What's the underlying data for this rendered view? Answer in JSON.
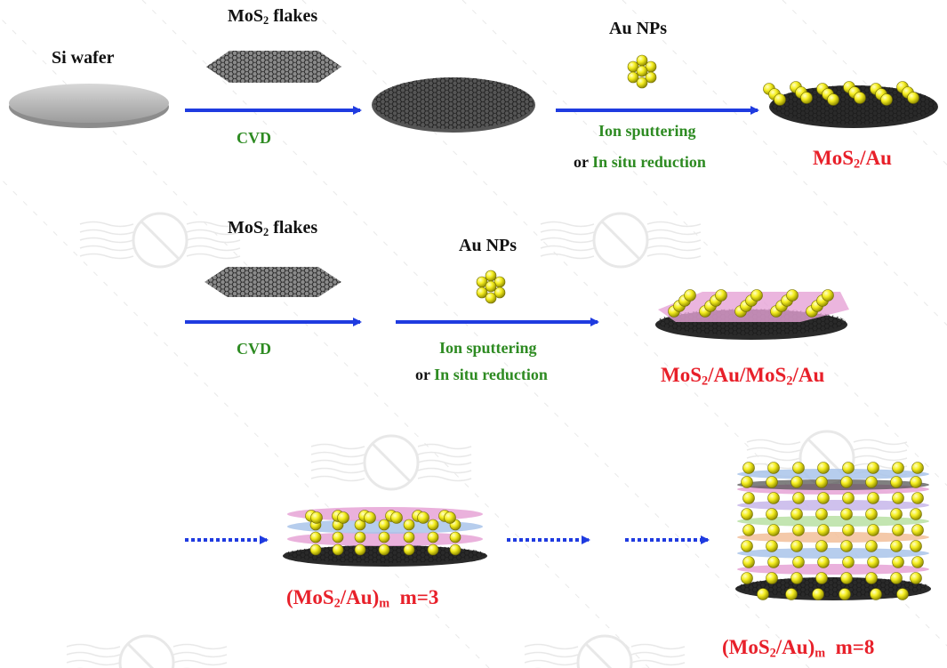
{
  "colors": {
    "arrow": "#1f3be0",
    "process_text": "#2e8b22",
    "product_text": "#e8202a",
    "label_text": "#111111",
    "gold": "#f2ea1c",
    "mos2_layer": "#3a3a3a",
    "watermark": "#d7d7d7",
    "interlayers": [
      "#e6a3d6",
      "#a9c4ea",
      "#f2c09a",
      "#b9e0a3",
      "#c7b6ea"
    ]
  },
  "icons": {
    "si_wafer": "grey-disc-icon",
    "flakes": "hexagonal-mesh-sheet-icon",
    "au_np": "gold-nanoparticle-cluster-icon",
    "watermark": "no-sign-stamp-icon"
  },
  "row1": {
    "si_wafer": "Si wafer",
    "flakes_pre": "MoS",
    "flakes_sub": "2",
    "flakes_post": " flakes",
    "cvd": "CVD",
    "au_nps": "Au NPs",
    "process_line1": "Ion sputtering",
    "process_or": "or ",
    "process_line2": "In situ reduction",
    "product_pre": "MoS",
    "product_sub": "2",
    "product_post": "/Au"
  },
  "row2": {
    "flakes_pre": "MoS",
    "flakes_sub": "2",
    "flakes_post": " flakes",
    "cvd": "CVD",
    "au_nps": "Au NPs",
    "process_line1": "Ion sputtering",
    "process_or": "or ",
    "process_line2": "In situ reduction",
    "product_a": "MoS",
    "product_sub1": "2",
    "product_b": "/Au/MoS",
    "product_sub2": "2",
    "product_c": "/Au"
  },
  "row3": {
    "m3_open": "(MoS",
    "m3_sub": "2",
    "m3_mid": "/Au)",
    "m3_sub2": "m",
    "m3_val": "m=3",
    "m8_open": "(MoS",
    "m8_sub": "2",
    "m8_mid": "/Au)",
    "m8_sub2": "m",
    "m8_val": "m=8"
  }
}
